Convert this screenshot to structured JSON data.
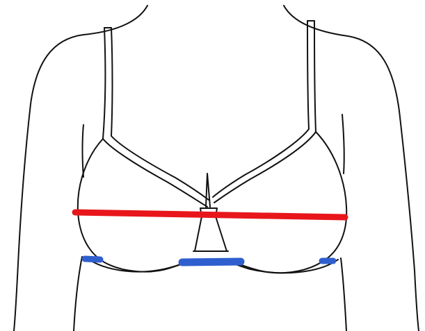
{
  "colors": {
    "outline": "#111111",
    "bust_measure_line": "#e8161b",
    "underbust_markers": "#2f5fcf",
    "background": "#ffffff"
  },
  "measurements": [
    {
      "name": "bust-line",
      "color": "#e8161b",
      "kind": "horizontal line across fullest part of bust"
    },
    {
      "name": "underwire-markers",
      "color": "#2f5fcf",
      "count": 3
    }
  ]
}
